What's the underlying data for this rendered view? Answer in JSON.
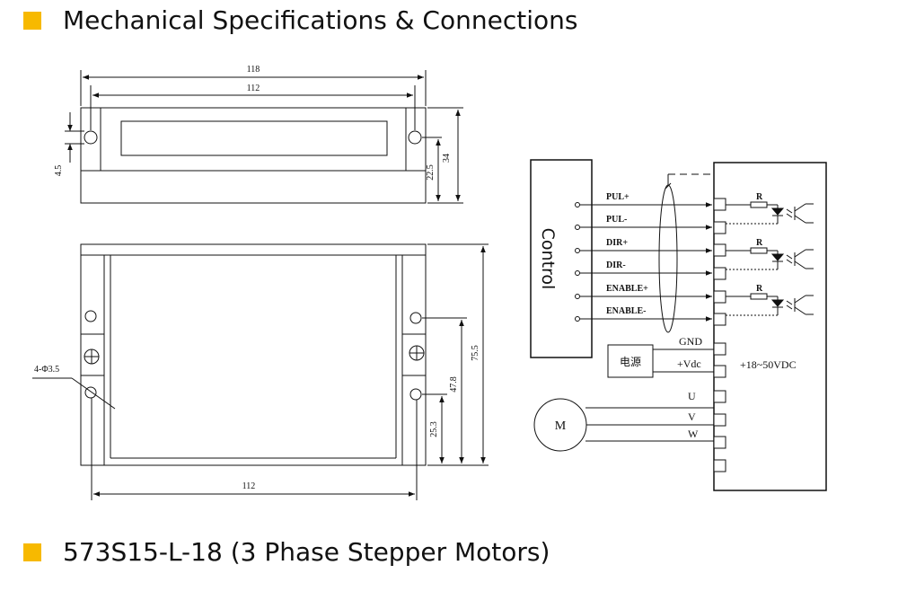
{
  "headings": {
    "section1": "Mechanical Specifications & Connections",
    "section2": "573S15-L-18 (3 Phase Stepper Motors)"
  },
  "colors": {
    "accent": "#f7b900",
    "line": "#111111"
  },
  "mech": {
    "top_view": {
      "overall_width": "118",
      "hole_spacing": "112",
      "hole_dia": "4.5",
      "hole_height": "22.5",
      "height": "34"
    },
    "front_view": {
      "holes": "4-Φ3.5",
      "hole_low": "25.3",
      "hole_mid": "47.8",
      "total_height": "75.5",
      "width": "112"
    }
  },
  "wiring": {
    "control_label": "Control",
    "signals": [
      "PUL+",
      "PUL-",
      "DIR+",
      "DIR-",
      "ENABLE+",
      "ENABLE-"
    ],
    "resistor": "R",
    "power_box": "电源",
    "gnd": "GND",
    "vdc": "+Vdc",
    "voltage": "+18~50VDC",
    "motor": "M",
    "phases": [
      "U",
      "V",
      "W"
    ]
  }
}
